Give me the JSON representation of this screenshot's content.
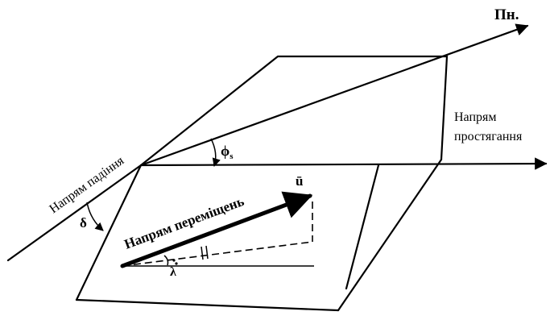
{
  "labels": {
    "north": "Пн.",
    "strike_line1": "Напрям",
    "strike_line2": "простягання",
    "dip": "Напрям падіння",
    "displacement": "Напрям переміщень",
    "vector": "ū",
    "phi": "ϕ",
    "phi_sub": "s",
    "delta": "δ",
    "lambda": "λ"
  },
  "colors": {
    "ink": "#000000",
    "background": "#ffffff"
  }
}
